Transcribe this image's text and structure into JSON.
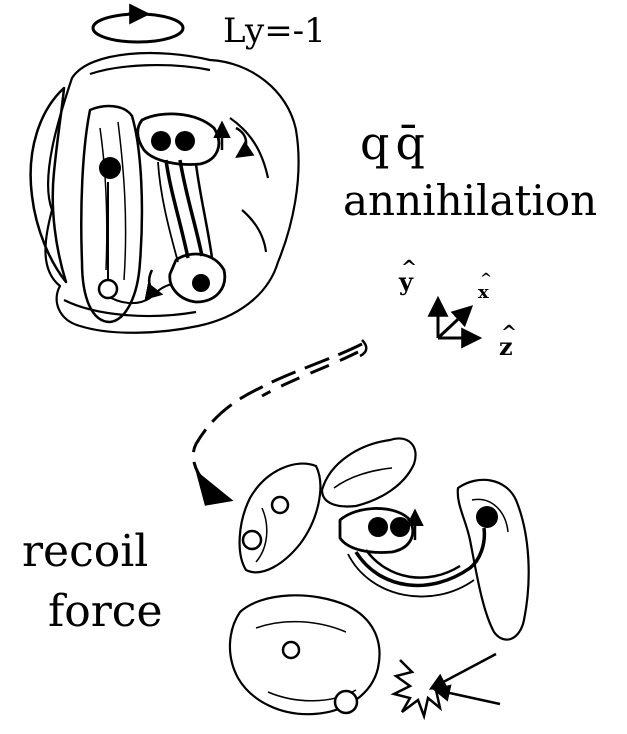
{
  "labels": {
    "ly": "Ly=-1",
    "qqbar": "qq̄",
    "annihilation": "annihilation",
    "axis_y": "y",
    "axis_x": "x",
    "axis_z": "z",
    "recoil": "recoil",
    "force": "force"
  },
  "colors": {
    "ink": "#000000",
    "paper": "#ffffff"
  },
  "icons": [
    "rotation-ellipse-icon",
    "spin-arrow-icon",
    "dashed-trajectory-arrow-icon",
    "axis-triad-icon",
    "impact-burst-icon"
  ]
}
